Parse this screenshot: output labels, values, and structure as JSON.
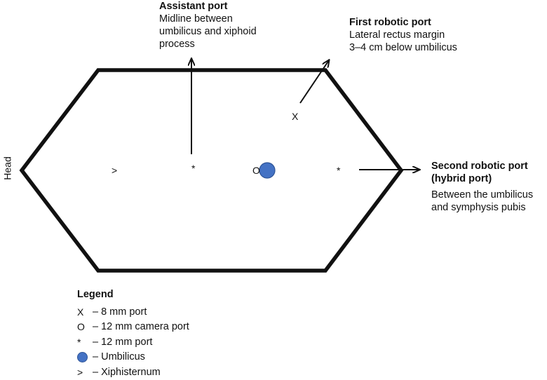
{
  "head_label": "Head",
  "assistant_port": {
    "title": "Assistant port",
    "lines": [
      "Midline between",
      "umbilicus and xiphoid",
      "process"
    ]
  },
  "first_robotic_port": {
    "title": "First robotic port",
    "lines": [
      "Lateral rectus margin",
      "3–4 cm below umbilicus"
    ]
  },
  "second_robotic_port": {
    "title_lines": [
      "Second robotic port",
      "(hybrid port)"
    ],
    "lines": [
      "Between the umbilicus",
      "and symphysis pubis"
    ]
  },
  "symbols": {
    "xiphisternum": ">",
    "port_12mm": "*",
    "camera": "O",
    "port_8mm": "X"
  },
  "legend": {
    "title": "Legend",
    "items": [
      {
        "key": "X",
        "text": "– 8 mm port"
      },
      {
        "key": "O",
        "text": "– 12 mm camera port"
      },
      {
        "key": "*",
        "text": "– 12 mm port"
      },
      {
        "key": "dot",
        "text": "– Umbilicus"
      },
      {
        "key": ">",
        "text": "– Xiphisternum"
      }
    ]
  },
  "colors": {
    "umbilicus_fill": "#4472c4",
    "umbilicus_stroke": "#2f5597",
    "outline": "#111111"
  }
}
